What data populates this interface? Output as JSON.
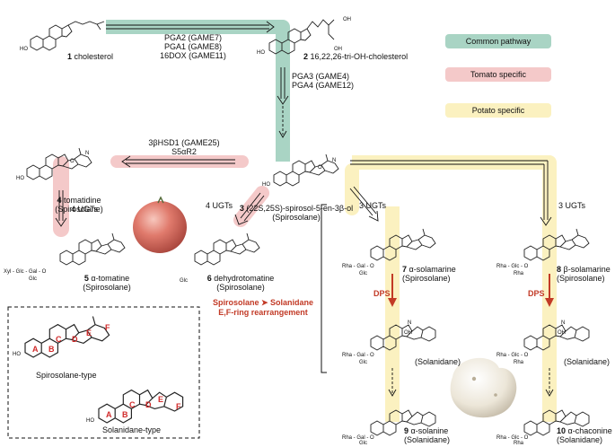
{
  "compounds": {
    "c1": {
      "num": "1",
      "name": "cholesterol"
    },
    "c2": {
      "num": "2",
      "name": "16,22,26-tri-OH-cholesterol"
    },
    "c3": {
      "num": "3",
      "name": "(22S,25S)-spirosol-5-en-3β-ol",
      "class": "(Spirosolane)"
    },
    "c4": {
      "num": "4",
      "name": "tomatidine",
      "class": "(Spirosolane)"
    },
    "c5": {
      "num": "5",
      "name": "α-tomatine",
      "class": "(Spirosolane)",
      "sugar": "Xyl - Glc - Gal - O",
      "sugar2": "Glc"
    },
    "c6": {
      "num": "6",
      "name": "dehydrotomatine",
      "class": "(Spirosolane)",
      "sugar": "Glc"
    },
    "c7": {
      "num": "7",
      "name": "α-solamarine",
      "class": "(Spirosolane)",
      "sugar": "Rha - Gal - O",
      "sugar2": "Glc"
    },
    "c8": {
      "num": "8",
      "name": "β-solamarine",
      "class": "(Spirosolane)",
      "sugar": "Rha - Glc - O",
      "sugar2": "Rha"
    },
    "i1": {
      "class": "(Solanidane)",
      "sugar": "Rha - Gal - O",
      "sugar2": "Glc"
    },
    "i2": {
      "class": "(Solanidane)",
      "sugar": "Rha - Glc - O",
      "sugar2": "Rha"
    },
    "c9": {
      "num": "9",
      "name": "α-solanine",
      "class": "(Solanidane)",
      "sugar": "Rha - Gal - O",
      "sugar2": "Glc"
    },
    "c10": {
      "num": "10",
      "name": "α-chaconine",
      "class": "(Solanidane)",
      "sugar": "Rha - Glc - O",
      "sugar2": "Rha"
    }
  },
  "enzymes": {
    "e1": "PGA2 (GAME7)",
    "e2": "PGA1 (GAME8)",
    "e3": "16DOX (GAME11)",
    "e4": "PGA3 (GAME4)",
    "e5": "PGA4 (GAME12)",
    "e6": "3βHSD1 (GAME25)",
    "e7": "S5αR2",
    "ugt4a": "4 UGTs",
    "ugt4b": "4 UGTs",
    "ugt3a": "3 UGTs",
    "ugt3b": "3 UGTs",
    "dps1": "DPS",
    "dps2": "DPS"
  },
  "legend": {
    "common": {
      "label": "Common pathway",
      "color": "#a9d4c4"
    },
    "tomato": {
      "label": "Tomato specific",
      "color": "#f4c9c9"
    },
    "potato": {
      "label": "Potato specific",
      "color": "#fbf1c0"
    }
  },
  "rearrangement": {
    "line1": "Spirosolane ➤ Solanidane",
    "line2": "E,F-ring rearrangement"
  },
  "inset": {
    "spiro_label": "Spirosolane-type",
    "solan_label": "Solanidane-type",
    "rings": [
      "A",
      "B",
      "C",
      "D",
      "E",
      "F"
    ],
    "ho": "HO"
  },
  "atoms": {
    "ho": "HO",
    "oh": "OH",
    "o": "O",
    "n": "N",
    "h": "H"
  },
  "colors": {
    "accent_red": "#c23a26",
    "ring_label": "#d12b2b"
  }
}
